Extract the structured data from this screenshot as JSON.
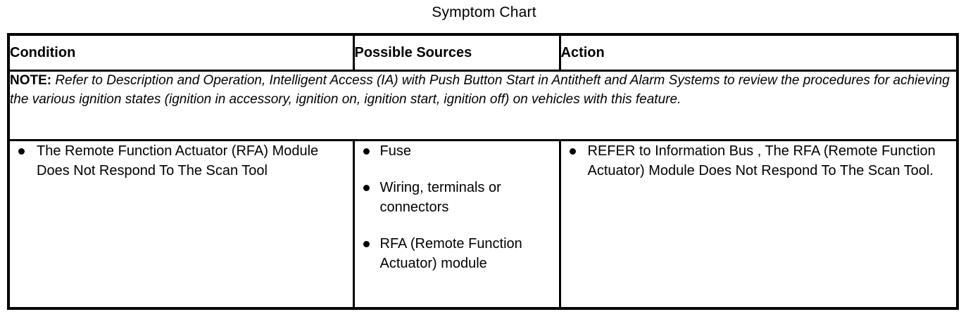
{
  "title": "Symptom Chart",
  "table": {
    "headers": [
      {
        "label": "Condition"
      },
      {
        "label": "Possible Sources"
      },
      {
        "label": "Action"
      }
    ],
    "note_row": {
      "label": "NOTE:",
      "text": "Refer to Description and Operation, Intelligent Access (IA) with Push Button Start in Antitheft and Alarm Systems to review the procedures for achieving the various ignition states (ignition in accessory, ignition on, ignition start, ignition off) on vehicles with this feature."
    },
    "rows": [
      {
        "condition": [
          "The Remote Function Actuator (RFA) Module Does Not Respond To The Scan Tool"
        ],
        "possible_sources": [
          "Fuse",
          "Wiring, terminals or connectors",
          "RFA (Remote Function Actuator) module"
        ],
        "action": [
          "REFER to Information Bus , The RFA (Remote Function Actuator) Module Does Not Respond To The Scan Tool."
        ]
      }
    ]
  }
}
